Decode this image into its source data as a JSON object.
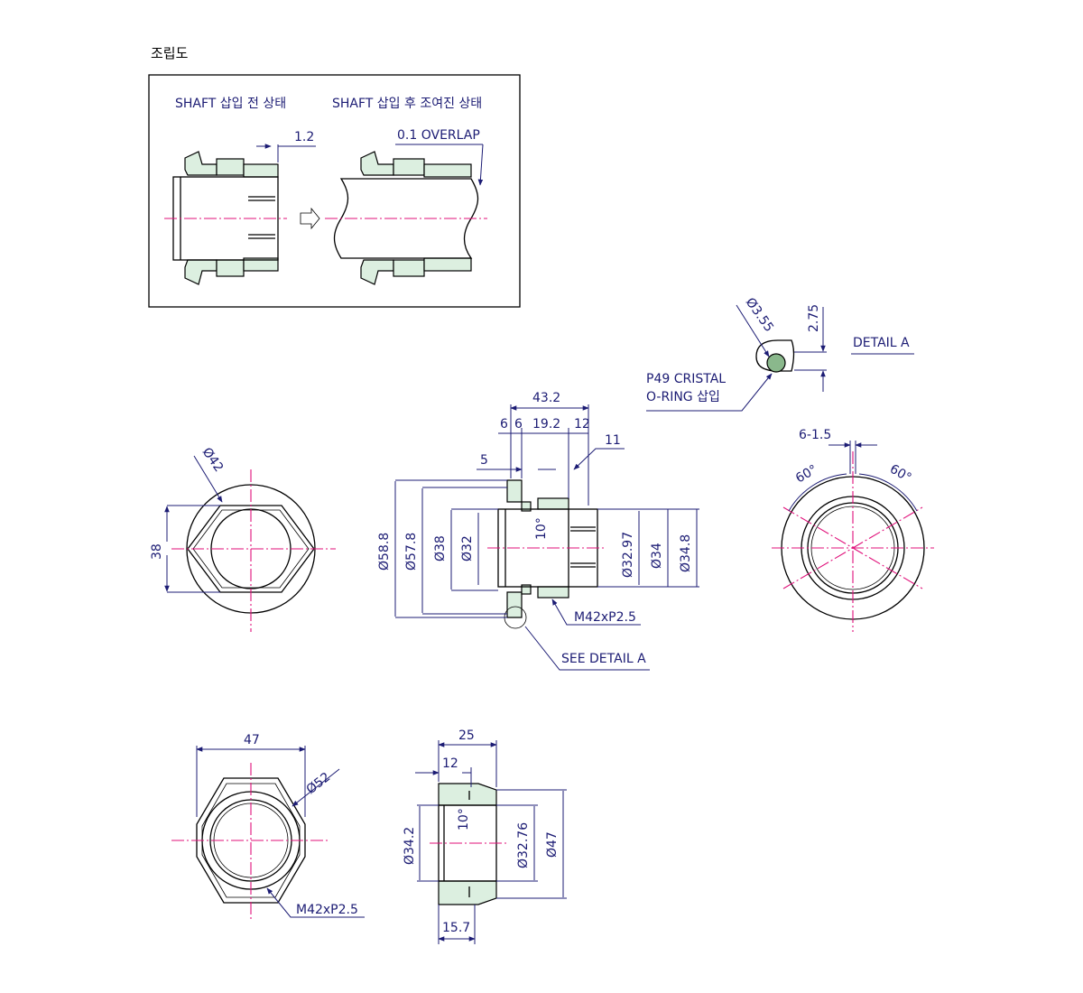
{
  "title": "조립도",
  "assembly": {
    "before_label": "SHAFT 삽입 전 상태",
    "after_label": "SHAFT 삽입 후 조여진 상태",
    "gap_dim": "1.2",
    "overlap_dim": "0.1 OVERLAP"
  },
  "detail_a": {
    "title": "DETAIL A",
    "dia": "Ø3.55",
    "depth": "2.75",
    "oring_note_line1": "P49 CRISTAL",
    "oring_note_line2": "O-RING 삽입"
  },
  "front_view": {
    "dia": "Ø42",
    "height": "38"
  },
  "section_view": {
    "total_len": "43.2",
    "d1": "6",
    "d2": "6",
    "d3": "19.2",
    "d4": "12",
    "d5": "11",
    "d6": "5",
    "od1": "Ø58.8",
    "od2": "Ø57.8",
    "od3": "Ø38",
    "od4": "Ø32",
    "angle": "10°",
    "id1": "Ø32.97",
    "id2": "Ø34",
    "id3": "Ø34.8",
    "thread": "M42xP2.5",
    "see_detail": "SEE DETAIL A"
  },
  "end_view": {
    "slot": "6-1.5",
    "angle_left": "60°",
    "angle_right": "60°"
  },
  "nut_view": {
    "width": "47",
    "dia": "Ø52",
    "thread": "M42xP2.5"
  },
  "nut_section": {
    "len": "25",
    "len2": "12",
    "bottom": "15.7",
    "od1": "Ø34.2",
    "angle": "10°",
    "id1": "Ø32.76",
    "od2": "Ø47"
  }
}
